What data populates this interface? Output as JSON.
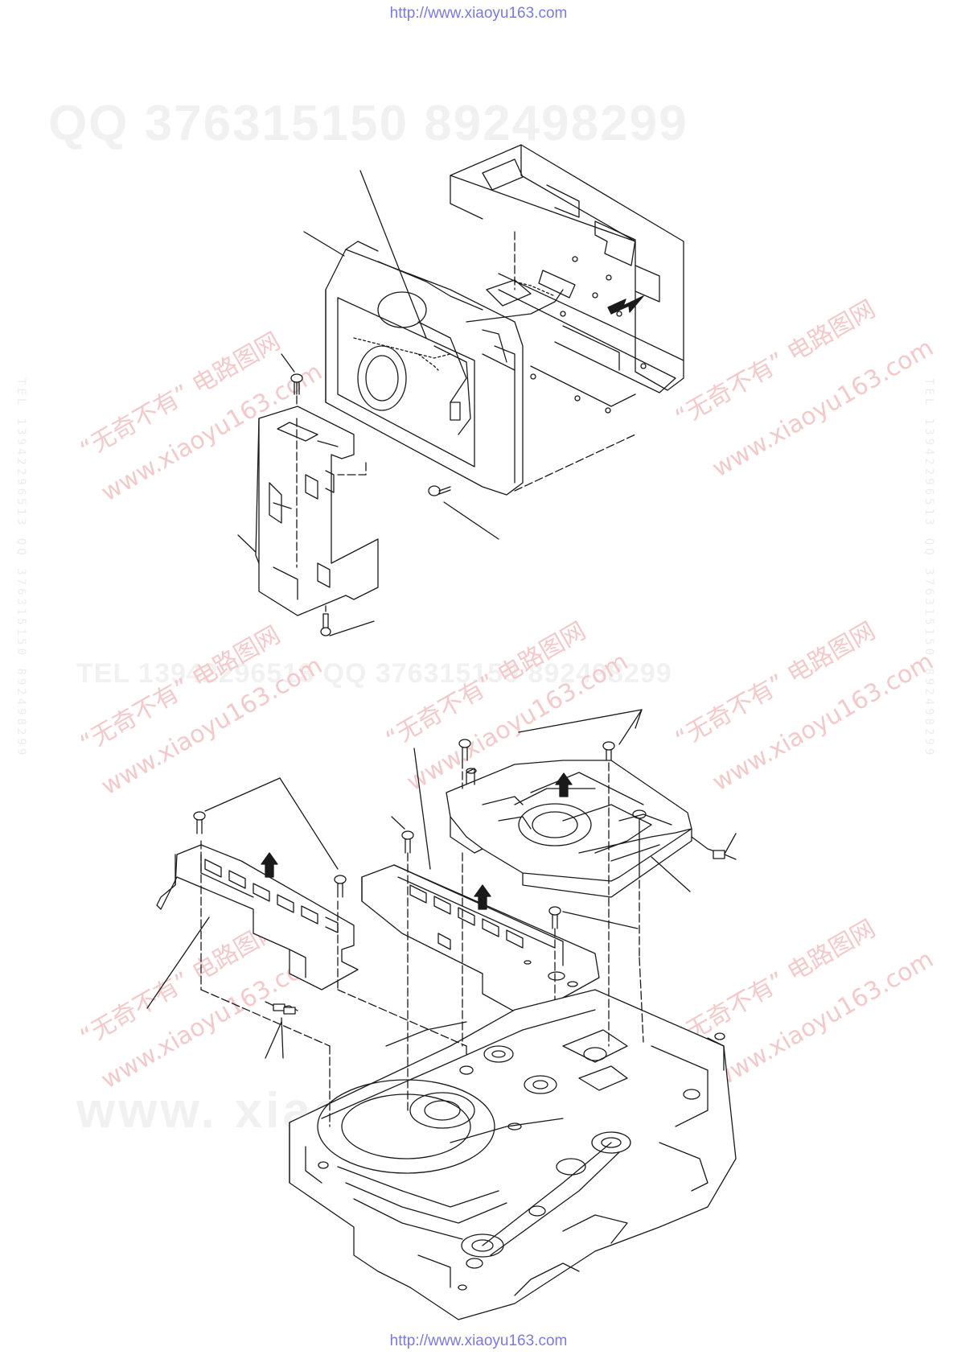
{
  "header": {
    "url": "http://www.xiaoyu163.com"
  },
  "footer": {
    "url": "http://www.xiaoyu163.com"
  },
  "watermarks": {
    "qq_top": "QQ 376315150    892498299",
    "middle_band": "TEL 13942296513    QQ 376315150  892498299",
    "bottom_band": "www. xiaoyu163. com",
    "red_cn": "“无奇不有” 电路图网",
    "red_url": "www.xiaoyu163.com",
    "side_text": "TEL 13942296513   QQ 376315150   892498299"
  },
  "colors": {
    "line": "#1a1a1a",
    "url": "#7a7ae0",
    "watermark_gray": "#f1f1f1",
    "watermark_red": "#f3c9c9"
  }
}
